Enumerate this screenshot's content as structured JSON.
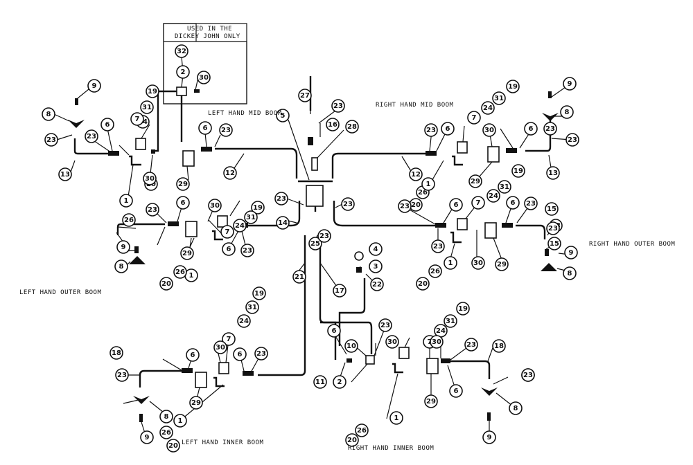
{
  "note": {
    "line1": "USED IN THE",
    "line2": "DICKEY JOHN ONLY"
  },
  "section_labels": {
    "left_mid": "LEFT HAND MID BOOM",
    "right_mid": "RIGHT HAND MID BOOM",
    "left_outer": "LEFT HAND OUTER BOOM",
    "right_outer": "RIGHT HAND OUTER BOOM",
    "left_inner": "LEFT HAND INNER BOOM",
    "right_inner": "RIGHT HAND INNER BOOM"
  },
  "callouts": [
    {
      "label": "32"
    },
    {
      "label": "2"
    },
    {
      "label": "30"
    },
    {
      "label": "9"
    },
    {
      "label": "8"
    },
    {
      "label": "23"
    },
    {
      "label": "13"
    },
    {
      "label": "23"
    },
    {
      "label": "6"
    },
    {
      "label": "19"
    },
    {
      "label": "31"
    },
    {
      "label": "24"
    },
    {
      "label": "7"
    },
    {
      "label": "1"
    },
    {
      "label": "26"
    },
    {
      "label": "20"
    },
    {
      "label": "30"
    },
    {
      "label": "6"
    },
    {
      "label": "23"
    },
    {
      "label": "29"
    },
    {
      "label": "12"
    },
    {
      "label": "27"
    },
    {
      "label": "23"
    },
    {
      "label": "16"
    },
    {
      "label": "28"
    },
    {
      "label": "5"
    },
    {
      "label": "23"
    },
    {
      "label": "14"
    },
    {
      "label": "23"
    },
    {
      "label": "25"
    },
    {
      "label": "23"
    },
    {
      "label": "4"
    },
    {
      "label": "3"
    },
    {
      "label": "22"
    },
    {
      "label": "21"
    },
    {
      "label": "17"
    },
    {
      "label": "19"
    },
    {
      "label": "31"
    },
    {
      "label": "24"
    },
    {
      "label": "7"
    },
    {
      "label": "30"
    },
    {
      "label": "23"
    },
    {
      "label": "6"
    },
    {
      "label": "6"
    },
    {
      "label": "23"
    },
    {
      "label": "29"
    },
    {
      "label": "12"
    },
    {
      "label": "26"
    },
    {
      "label": "1"
    },
    {
      "label": "20"
    },
    {
      "label": "9"
    },
    {
      "label": "8"
    },
    {
      "label": "23"
    },
    {
      "label": "13"
    },
    {
      "label": "23"
    },
    {
      "label": "6"
    },
    {
      "label": "30"
    },
    {
      "label": "19"
    },
    {
      "label": "31"
    },
    {
      "label": "24"
    },
    {
      "label": "7"
    },
    {
      "label": "23"
    },
    {
      "label": "15"
    },
    {
      "label": "29"
    },
    {
      "label": "9"
    },
    {
      "label": "8"
    },
    {
      "label": "6"
    },
    {
      "label": "23"
    },
    {
      "label": "1"
    },
    {
      "label": "26"
    },
    {
      "label": "20"
    },
    {
      "label": "19"
    },
    {
      "label": "31"
    },
    {
      "label": "24"
    },
    {
      "label": "7"
    },
    {
      "label": "6"
    },
    {
      "label": "23"
    },
    {
      "label": "6"
    },
    {
      "label": "23"
    },
    {
      "label": "15"
    },
    {
      "label": "23"
    },
    {
      "label": "9"
    },
    {
      "label": "8"
    },
    {
      "label": "23"
    },
    {
      "label": "1"
    },
    {
      "label": "26"
    },
    {
      "label": "20"
    },
    {
      "label": "30"
    },
    {
      "label": "29"
    },
    {
      "label": "19"
    },
    {
      "label": "31"
    },
    {
      "label": "24"
    },
    {
      "label": "7"
    },
    {
      "label": "30"
    },
    {
      "label": "6"
    },
    {
      "label": "23"
    },
    {
      "label": "18"
    },
    {
      "label": "23"
    },
    {
      "label": "6"
    },
    {
      "label": "29"
    },
    {
      "label": "1"
    },
    {
      "label": "26"
    },
    {
      "label": "20"
    },
    {
      "label": "23"
    },
    {
      "label": "9"
    },
    {
      "label": "8"
    },
    {
      "label": "6"
    },
    {
      "label": "23"
    },
    {
      "label": "10"
    },
    {
      "label": "30"
    },
    {
      "label": "11"
    },
    {
      "label": "2"
    },
    {
      "label": "19"
    },
    {
      "label": "31"
    },
    {
      "label": "24"
    },
    {
      "label": "7"
    },
    {
      "label": "30"
    },
    {
      "label": "23"
    },
    {
      "label": "18"
    },
    {
      "label": "6"
    },
    {
      "label": "29"
    },
    {
      "label": "1"
    },
    {
      "label": "26"
    },
    {
      "label": "20"
    },
    {
      "label": "23"
    },
    {
      "label": "8"
    },
    {
      "label": "9"
    }
  ]
}
